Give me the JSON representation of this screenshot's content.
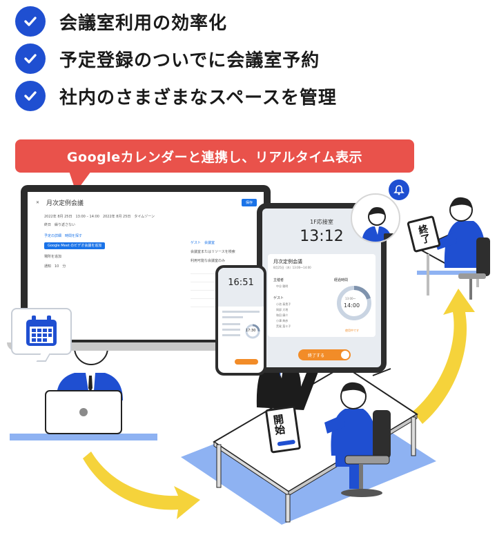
{
  "features": [
    {
      "label": "会議室利用の効率化",
      "icon": "check-icon"
    },
    {
      "label": "予定登録のついでに会議室予約",
      "icon": "check-icon"
    },
    {
      "label": "社内のさまざまなスペースを管理",
      "icon": "check-icon"
    }
  ],
  "callout": {
    "text": "Googleカレンダーと連携し、リアルタイム表示"
  },
  "laptop_screen": {
    "event_title": "月次定例会議",
    "save_label": "保存",
    "date_row": "2022年 8月 25日　13:00 – 14:00　2022年 8月 25日　タイムゾーン",
    "allday_row": "終日　繰り返さない",
    "tabs_row": "予定の詳細　時間を探す",
    "meet_button": "Google Meet のビデオ会議を追加",
    "location_placeholder": "場所を追加",
    "notify_row": "通知　10　分",
    "side_tabs": "ゲスト　会議室",
    "side_search": "会議室またはリソースを検索",
    "side_filter": "利用可能な会議室のみ"
  },
  "tablet_screen": {
    "room": "1F応接室",
    "clock": "13:12",
    "meeting": "月次定例会議",
    "date": "8月25日（木）13:00〜14:00",
    "organizer_label": "主催者",
    "organizer": "中谷 雅明",
    "guests_label": "ゲスト",
    "guests": [
      "小池 泰貴子",
      "岡部 大地",
      "和田 康介",
      "小澤 典彦",
      "荒尾 菜々子"
    ],
    "remaining_label": "経過時間",
    "ring_start": "13:00〜",
    "ring_end": "14:00",
    "status": "使用中です",
    "end_button": "終了する"
  },
  "phone_screen": {
    "clock": "16:51",
    "ring_time": "17:30"
  },
  "signs": {
    "end": "終了",
    "start": "開始"
  },
  "colors": {
    "accent": "#1f4fd1",
    "callout": "#e9524b",
    "arrow": "#f5d33b",
    "floor": "#8eb2f2",
    "button": "#f28c28"
  }
}
